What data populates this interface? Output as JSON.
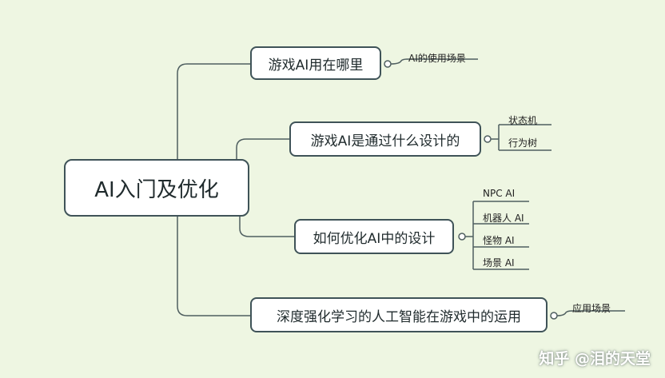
{
  "diagram": {
    "root": "AI入门及优化",
    "branches": [
      {
        "label": "游戏AI用在哪里",
        "children": [
          "AI的使用场景"
        ]
      },
      {
        "label": "游戏AI是通过什么设计的",
        "children": [
          "状态机",
          "行为树"
        ]
      },
      {
        "label": "如何优化AI中的设计",
        "children": [
          "NPC AI",
          "机器人 AI",
          "怪物 AI",
          "场景 AI"
        ]
      },
      {
        "label": "深度强化学习的人工智能在游戏中的运用",
        "children": [
          "应用场景"
        ]
      }
    ]
  },
  "watermark": "知乎 @泪的天堂",
  "colors": {
    "background": "#eef6e2",
    "line": "#4f5f60",
    "border": "#3f5358",
    "node_fill": "#ffffff"
  }
}
